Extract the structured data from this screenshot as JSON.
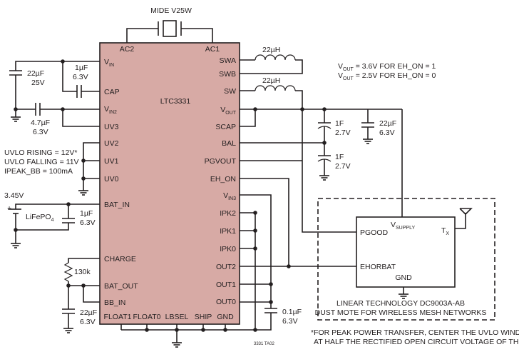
{
  "ic": {
    "name": "LTC3331",
    "fill": "#d7aaa5",
    "left_pins": [
      "V",
      "CAP",
      "V",
      "UV3",
      "UV2",
      "UV1",
      "UV0",
      "BAT_IN",
      "CHARGE",
      "BAT_OUT",
      "BB_IN"
    ],
    "left_pin_subs": {
      "vin": "IN",
      "vin2": "IN2"
    },
    "right_pins": [
      "SWA",
      "SWB",
      "SW",
      "V",
      "SCAP",
      "BAL",
      "PGVOUT",
      "EH_ON",
      "V",
      "IPK2",
      "IPK1",
      "IPK0",
      "OUT2",
      "OUT1",
      "OUT0"
    ],
    "right_pin_subs": {
      "vout": "OUT",
      "vin3": "IN3"
    },
    "top_pins": [
      "AC2",
      "AC1"
    ],
    "bottom_pins": [
      "FLOAT1",
      "FLOAT0",
      "LBSEL",
      "SHIP",
      "GND"
    ]
  },
  "piezo": {
    "label": "MIDE V25W"
  },
  "components": {
    "c_vin": [
      "22µF",
      "25V"
    ],
    "c_cap": [
      "1µF",
      "6.3V"
    ],
    "c_vin2": [
      "4.7µF",
      "6.3V"
    ],
    "c_bal_top": [
      "1F",
      "2.7V"
    ],
    "c_bal_bot": [
      "1F",
      "2.7V"
    ],
    "c_vout": [
      "22µF",
      "6.3V"
    ],
    "c_bat": [
      "1µF",
      "6.3V"
    ],
    "c_bb": [
      "22µF",
      "6.3V"
    ],
    "c_out": [
      "0.1µF",
      "6.3V"
    ],
    "l_swa": "22µH",
    "l_sw": "22µH",
    "r_charge": "130k"
  },
  "battery": {
    "voltage": "3.45V",
    "name": "LiFePO",
    "sub": "4"
  },
  "uvlo": [
    "UVLO RISING = 12V*",
    "UVLO FALLING = 11V",
    "IPEAK_BB = 100mA"
  ],
  "vout_notes": [
    {
      "pre": "V",
      "sub": "OUT",
      "post": " = 3.6V FOR EH_ON = 1"
    },
    {
      "pre": "V",
      "sub": "OUT",
      "post": " = 2.5V FOR EH_ON = 0"
    }
  ],
  "mote": {
    "pgood": "PGOOD",
    "vsupply": "V",
    "vsupply_sub": "SUPPLY",
    "tx": "T",
    "tx_sub": "X",
    "ehorbat": "EHORBAT",
    "gnd": "GND",
    "caption": [
      "LINEAR TECHNOLOGY DC9003A-AB",
      "DUST MOTE FOR WIRELESS MESH NETWORKS"
    ]
  },
  "footnote": [
    "*FOR PEAK POWER TRANSFER, CENTER THE UVLO WINDOW",
    "AT HALF THE RECTIFIED OPEN CIRCUIT VOLTAGE OF THE PIEZO"
  ],
  "figure_id": "3331 TA02"
}
